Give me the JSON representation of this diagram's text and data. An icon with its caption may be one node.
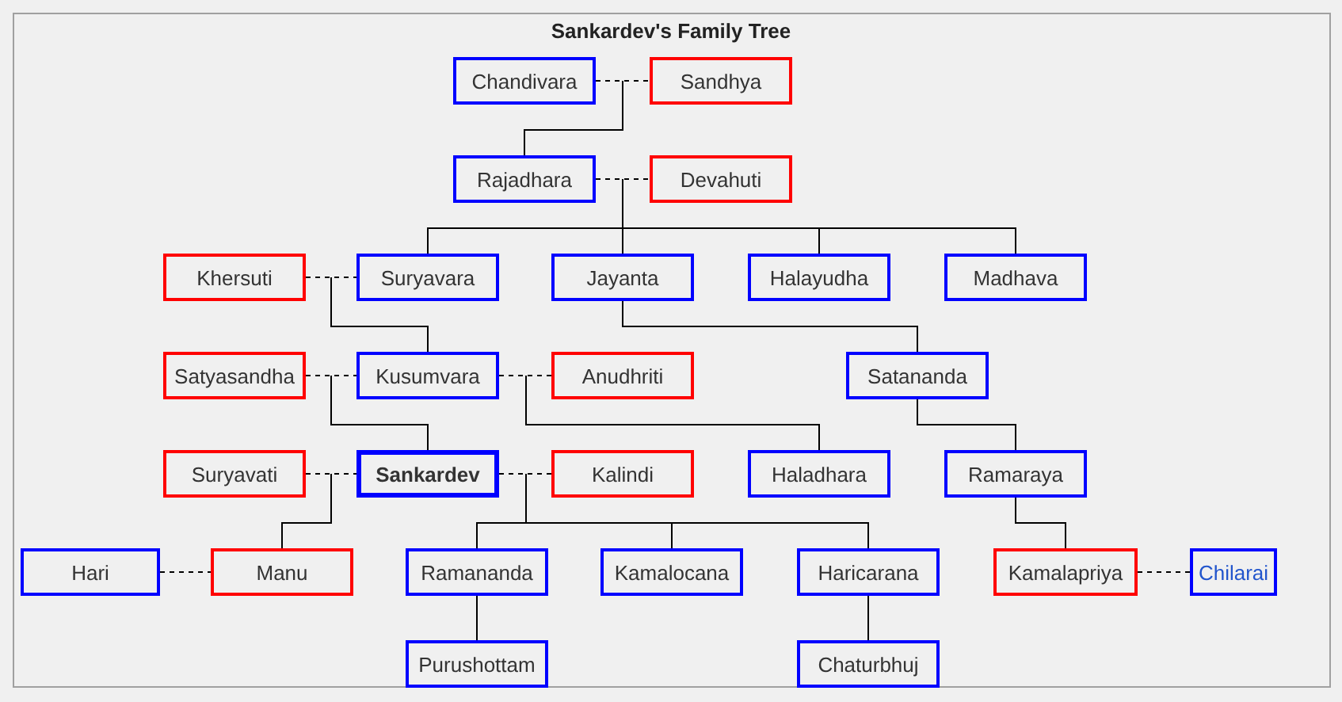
{
  "diagram": {
    "title": "Sankardev's Family Tree",
    "nodes": [
      {
        "text": [
          "Chandivara"
        ]
      },
      {
        "text": [
          "Sandhya"
        ]
      },
      {
        "text": [
          "Rajadhara"
        ]
      },
      {
        "text": [
          "Devahuti"
        ]
      },
      {
        "text": [
          "Khersuti"
        ]
      },
      {
        "text": [
          "Suryavara"
        ]
      },
      {
        "text": [
          "Jayanta"
        ]
      },
      {
        "text": [
          "Halayudha"
        ]
      },
      {
        "text": [
          "Madhava"
        ]
      },
      {
        "text": [
          "Satyasandha"
        ]
      },
      {
        "text": [
          "Kusumvara"
        ]
      },
      {
        "text": [
          "Anudhriti"
        ]
      },
      {
        "text": [
          "Satananda"
        ]
      },
      {
        "text": [
          "Suryavati"
        ]
      },
      {
        "text": [
          "Sankardev"
        ]
      },
      {
        "text": [
          "Kalindi"
        ]
      },
      {
        "text": [
          "Haladhara"
        ]
      },
      {
        "text": [
          "Ramaraya"
        ]
      },
      {
        "text": [
          "Hari"
        ]
      },
      {
        "text": [
          "Manu"
        ]
      },
      {
        "text": [
          "Ramananda"
        ]
      },
      {
        "text": [
          "Kamalocana"
        ]
      },
      {
        "text": [
          "Haricarana"
        ]
      },
      {
        "text": [
          "Kamalapriya"
        ]
      },
      {
        "text": [
          "Chilarai"
        ]
      },
      {
        "text": [
          "Purushottam"
        ]
      },
      {
        "text": [
          "Chaturbhuj"
        ]
      }
    ],
    "edges": [
      {
        "from": 0,
        "to": 1,
        "arrow": "none",
        "style": "dashed"
      },
      {
        "from": 0,
        "to": 2,
        "arrow": "none"
      },
      {
        "from": 2,
        "to": 3,
        "arrow": "none",
        "style": "dashed"
      },
      {
        "from": 2,
        "to": 5,
        "arrow": "none"
      },
      {
        "from": 2,
        "to": 6,
        "arrow": "none"
      },
      {
        "from": 2,
        "to": 7,
        "arrow": "none"
      },
      {
        "from": 2,
        "to": 8,
        "arrow": "none"
      },
      {
        "from": 4,
        "to": 5,
        "arrow": "none",
        "style": "dashed"
      },
      {
        "from": 5,
        "to": 10,
        "arrow": "none"
      },
      {
        "from": 6,
        "to": 12,
        "arrow": "none"
      },
      {
        "from": 9,
        "to": 10,
        "arrow": "none",
        "style": "dashed"
      },
      {
        "from": 10,
        "to": 11,
        "arrow": "none",
        "style": "dashed"
      },
      {
        "from": 10,
        "to": 14,
        "arrow": "none"
      },
      {
        "from": 10,
        "to": 16,
        "arrow": "none"
      },
      {
        "from": 12,
        "to": 17,
        "arrow": "none"
      },
      {
        "from": 13,
        "to": 14,
        "arrow": "none",
        "style": "dashed"
      },
      {
        "from": 14,
        "to": 15,
        "arrow": "none",
        "style": "dashed"
      },
      {
        "from": 14,
        "to": 19,
        "arrow": "none"
      },
      {
        "from": 14,
        "to": 20,
        "arrow": "none"
      },
      {
        "from": 14,
        "to": 21,
        "arrow": "none"
      },
      {
        "from": 14,
        "to": 22,
        "arrow": "none"
      },
      {
        "from": 17,
        "to": 23,
        "arrow": "none"
      },
      {
        "from": 18,
        "to": 19,
        "arrow": "none",
        "style": "dashed"
      },
      {
        "from": 23,
        "to": 24,
        "arrow": "none",
        "style": "dashed"
      },
      {
        "from": 20,
        "to": 25,
        "arrow": "none"
      },
      {
        "from": 22,
        "to": 26,
        "arrow": "none"
      }
    ]
  }
}
